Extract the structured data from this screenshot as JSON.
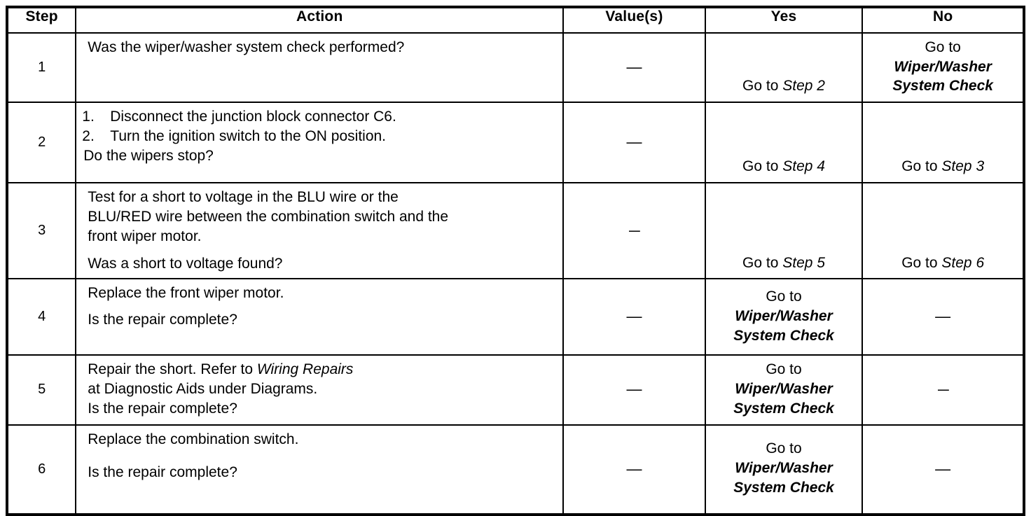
{
  "table": {
    "headers": {
      "step": "Step",
      "action": "Action",
      "values": "Value(s)",
      "yes": "Yes",
      "no": "No"
    },
    "dash": "—",
    "goto_label": "Go to",
    "destinations": {
      "wiper_washer_line1": "Wiper/Washer",
      "wiper_washer_line2": "System Check",
      "step2": "Step 2",
      "step3": "Step 3",
      "step4": "Step 4",
      "step5": "Step  5",
      "step6": "Step 6"
    },
    "rows": [
      {
        "step": "1",
        "action": {
          "lines": [
            "Was the wiper/washer system check performed?"
          ]
        },
        "value": "—",
        "yes": {
          "kind": "step",
          "prefix": "Go to",
          "target": "Step 2"
        },
        "no": {
          "kind": "wiper",
          "prefix": "Go to",
          "target_line1": "Wiper/Washer",
          "target_line2": "System Check"
        }
      },
      {
        "step": "2",
        "action": {
          "numbered": [
            "Disconnect the junction block connector C6.",
            "Turn the ignition switch to the ON position."
          ],
          "question": "Do the wipers stop?"
        },
        "value": "—",
        "yes": {
          "kind": "step",
          "prefix": "Go to",
          "target": "Step 4"
        },
        "no": {
          "kind": "step",
          "prefix": "Go to",
          "target": "Step 3"
        }
      },
      {
        "step": "3",
        "action": {
          "lines": [
            "Test for a short to voltage in the BLU wire or the",
            "BLU/RED wire between the combination switch and the",
            "front wiper motor."
          ],
          "question": "Was a short to voltage found?"
        },
        "value": "—",
        "yes": {
          "kind": "step",
          "prefix": "Go to",
          "target": "Step  5"
        },
        "no": {
          "kind": "step",
          "prefix": "Go to",
          "target": "Step 6"
        }
      },
      {
        "step": "4",
        "action": {
          "lines": [
            "Replace the front wiper motor."
          ],
          "question": "Is the repair complete?"
        },
        "value": "—",
        "yes": {
          "kind": "wiper",
          "prefix": "Go to",
          "target_line1": "Wiper/Washer",
          "target_line2": "System Check"
        },
        "no": {
          "kind": "dash",
          "text": "—"
        }
      },
      {
        "step": "5",
        "action": {
          "rich_line_pre": "Repair the short. Refer to ",
          "rich_line_italic": "Wiring Repairs",
          "lines_after": [
            "at Diagnostic Aids under Diagrams."
          ],
          "question": "Is the repair complete?"
        },
        "value": "—",
        "yes": {
          "kind": "wiper",
          "prefix": "Go to",
          "target_line1": "Wiper/Washer",
          "target_line2": "System Check"
        },
        "no": {
          "kind": "dash",
          "text": "—"
        }
      },
      {
        "step": "6",
        "action": {
          "lines": [
            "Replace the combination switch."
          ],
          "question": "Is the repair complete?"
        },
        "value": "—",
        "yes": {
          "kind": "wiper",
          "prefix": "Go to",
          "target_line1": "Wiper/Washer",
          "target_line2": "System Check"
        },
        "no": {
          "kind": "dash",
          "text": "—"
        }
      }
    ]
  },
  "colors": {
    "ink": "#000000",
    "paper": "#ffffff"
  }
}
